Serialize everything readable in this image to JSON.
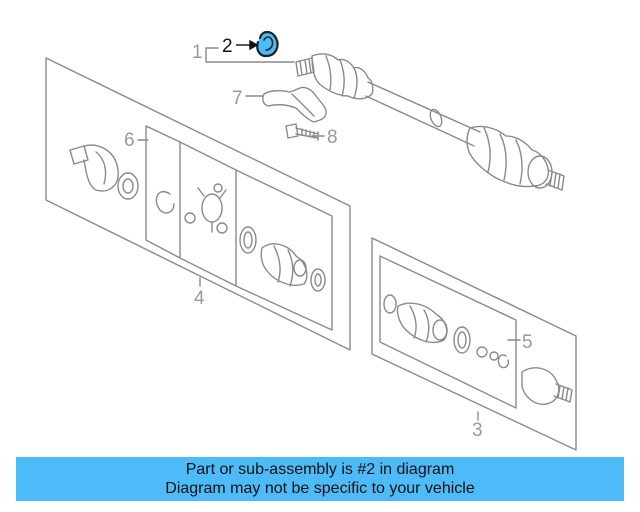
{
  "callouts": {
    "c1": "1",
    "c2": "2",
    "c3": "3",
    "c4": "4",
    "c5": "5",
    "c6": "6",
    "c7": "7",
    "c8": "8"
  },
  "highlight_color": "#4dbbf7",
  "banner": {
    "line1": "Part or sub-assembly is #2 in diagram",
    "line2": "Diagram may not be specific to your vehicle"
  }
}
